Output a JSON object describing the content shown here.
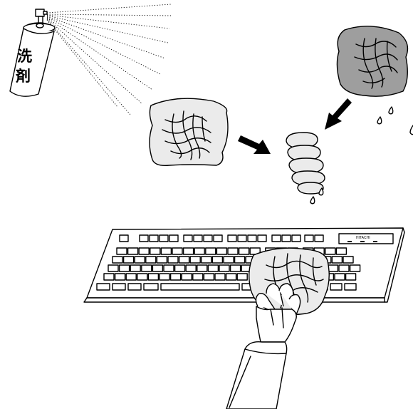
{
  "spray_can": {
    "label_line1": "洗",
    "label_line2": "剤"
  },
  "keyboard": {
    "brand": "HITACHI"
  }
}
